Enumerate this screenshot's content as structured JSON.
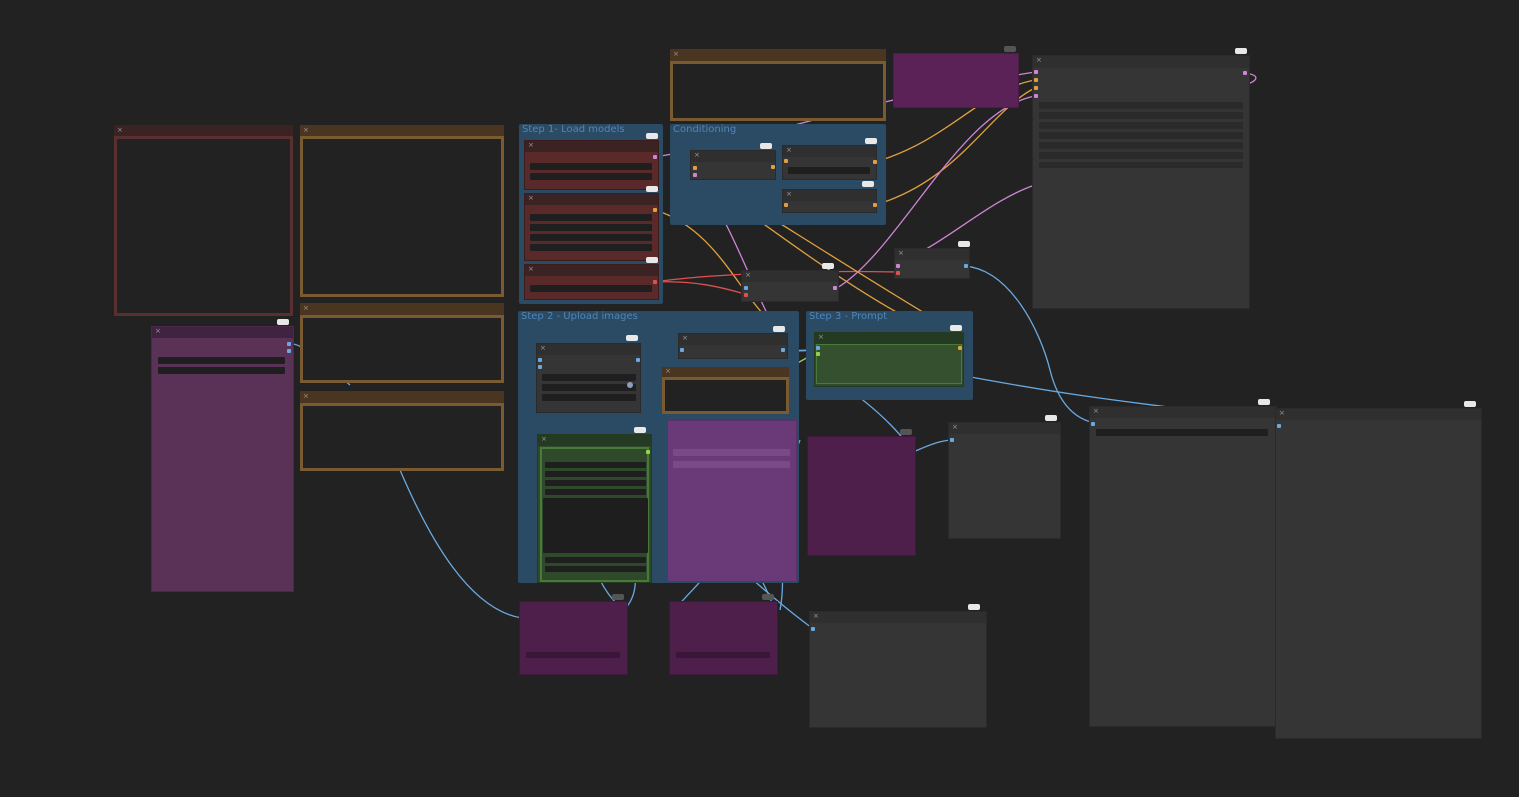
{
  "canvas": {
    "background": "#222222"
  },
  "groups": {
    "load_models": {
      "title": "Step 1- Load models"
    },
    "conditioning": {
      "title": "Conditioning"
    },
    "upload_images": {
      "title": "Step 2 - Upload images"
    },
    "prompt": {
      "title": "Step 3 - Prompt"
    }
  },
  "colors": {
    "wire_blue": "#6aa9e0",
    "wire_orange": "#e0a040",
    "wire_pink": "#d084d8",
    "wire_red": "#e05050",
    "wire_green": "#9ad050",
    "group_blue": "#2b4a63",
    "node_red": "#5a2a2a",
    "node_brown": "#4a3520",
    "node_green": "#2e4a2a",
    "node_purple": "#5a2f5e",
    "node_magenta": "#4d1f4a"
  },
  "icons": {
    "node_close": "close-icon"
  }
}
